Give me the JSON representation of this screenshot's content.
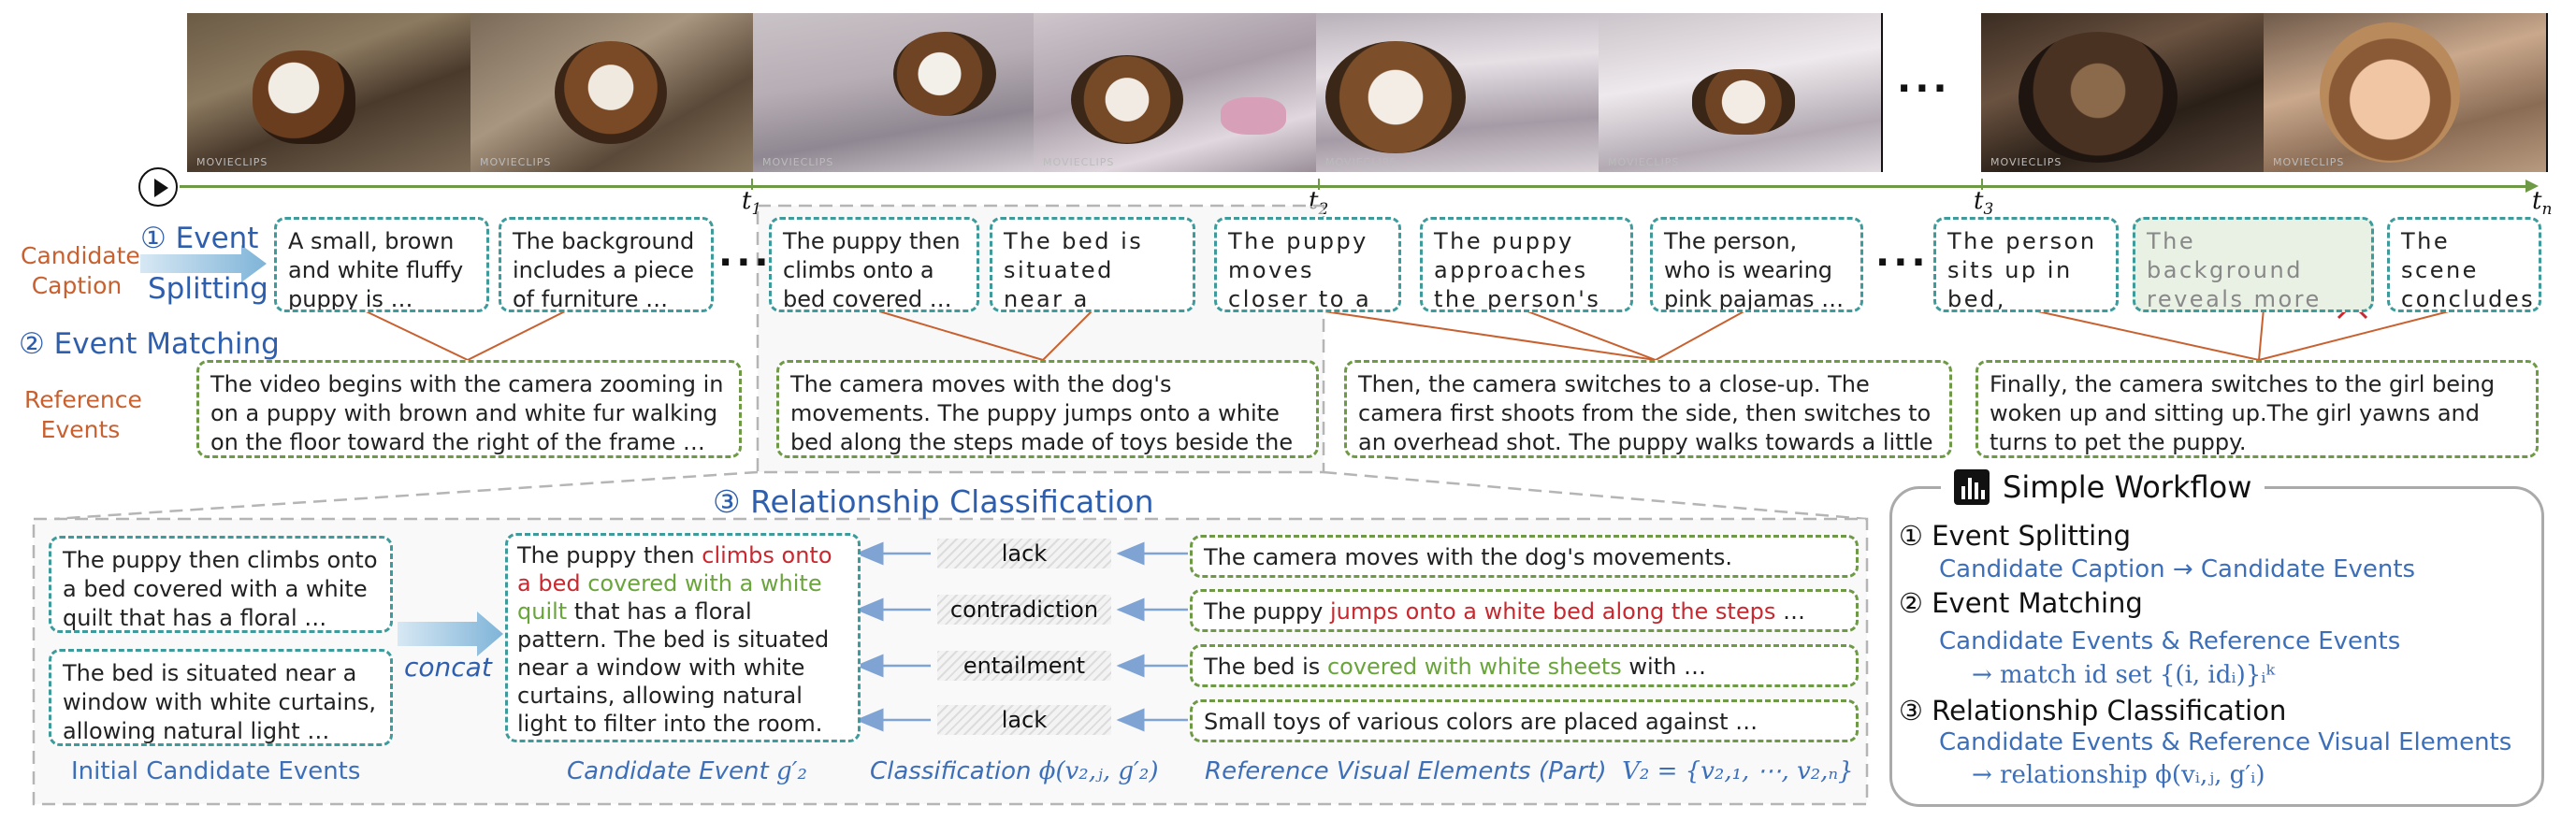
{
  "timeline": {
    "labels": [
      {
        "t": "t",
        "sub": "1"
      },
      {
        "t": "t",
        "sub": "2"
      },
      {
        "t": "t",
        "sub": "3"
      },
      {
        "t": "t",
        "sub": "n"
      }
    ],
    "ellipsis": "...",
    "watermark": "MOVIECLIPS"
  },
  "labels": {
    "candidate_caption": "Candidate\nCaption",
    "step1_a": "① Event",
    "step1_b": "Splitting",
    "step2": "② Event Matching",
    "reference_events": "Reference\nEvents",
    "step3": "③ Relationship Classification",
    "concat": "concat",
    "initial_candidate_events": "Initial Candidate Events",
    "candidate_event": "Candidate Event",
    "candidate_event_sym": "g′₂",
    "classification": "Classification",
    "classification_sym": "ϕ(v₂,ⱼ, g′₂)",
    "reference_visual": "Reference Visual Elements (Part)",
    "reference_visual_sym": "V₂ = {v₂,₁, ⋯, v₂,ₙ}",
    "ellipsis": "..."
  },
  "candidate_boxes": [
    "A small, brown and white fluffy puppy  is …",
    "The background includes a piece of furniture …",
    "The puppy then climbs onto a bed covered …",
    "The bed is situated near a window with …",
    "The puppy moves closer to a person …",
    "The puppy approaches the person's face …",
    "The person, who is wearing pink pajamas …",
    "The person sits up in bed, holding the …",
    "The background reveals more details of  room …",
    "The scene concludes with the …"
  ],
  "reference_boxes": [
    "The video begins with the camera zooming in on a puppy with brown and white fur walking on the floor toward the right of the frame …",
    "The camera moves with the dog's movements. The puppy jumps onto a white bed along the steps made of toys beside the bed. The bed is …",
    "Then, the camera switches to a close-up. The camera first shoots from the side, then switches to an overhead shot. The puppy walks towards a little …",
    "Finally, the camera switches to the girl being woken up and sitting up.The girl yawns and turns to pet the puppy."
  ],
  "initial_events": [
    "The puppy then climbs onto a bed covered with a white quilt that has a floral …",
    "The bed is situated near a window with white curtains, allowing natural light …"
  ],
  "candidate_event_text": {
    "p1": "The puppy then ",
    "p2": "climbs onto a bed",
    "p3": " ",
    "p4": "covered with a white quilt",
    "p5": " that has a floral pattern. The bed is situated near a window with white curtains, allowing natural light to filter into the room."
  },
  "relationships": [
    "lack",
    "contradiction",
    "entailment",
    "lack"
  ],
  "reference_elements": [
    {
      "a": "The camera moves with the dog's movements.",
      "b": "",
      "c": ""
    },
    {
      "a": "The puppy ",
      "b": "jumps onto a white bed along the steps",
      "c": " …"
    },
    {
      "a": "The bed is ",
      "b": "covered with white sheets",
      "c": " with …"
    },
    {
      "a": "Small toys of various colors are placed against …",
      "b": "",
      "c": ""
    }
  ],
  "workflow": {
    "title": "Simple Workflow",
    "s1": "① Event Splitting",
    "s1a": "Candidate Caption → Candidate Events",
    "s2": "② Event Matching",
    "s2a": "Candidate Events & Reference Events",
    "s2b": "→ match id set {(i, idᵢ)}ᵢᵏ",
    "s3": "③ Relationship Classification",
    "s3a": "Candidate Events & Reference Visual Elements",
    "s3b": "→ relationship ϕ(vᵢ,ⱼ, g′ᵢ)"
  },
  "colors": {
    "teal": "#3d9b9b",
    "green": "#6e9a45",
    "orange": "#c8602f",
    "blue": "#2e5fae",
    "red": "#c8282f"
  }
}
